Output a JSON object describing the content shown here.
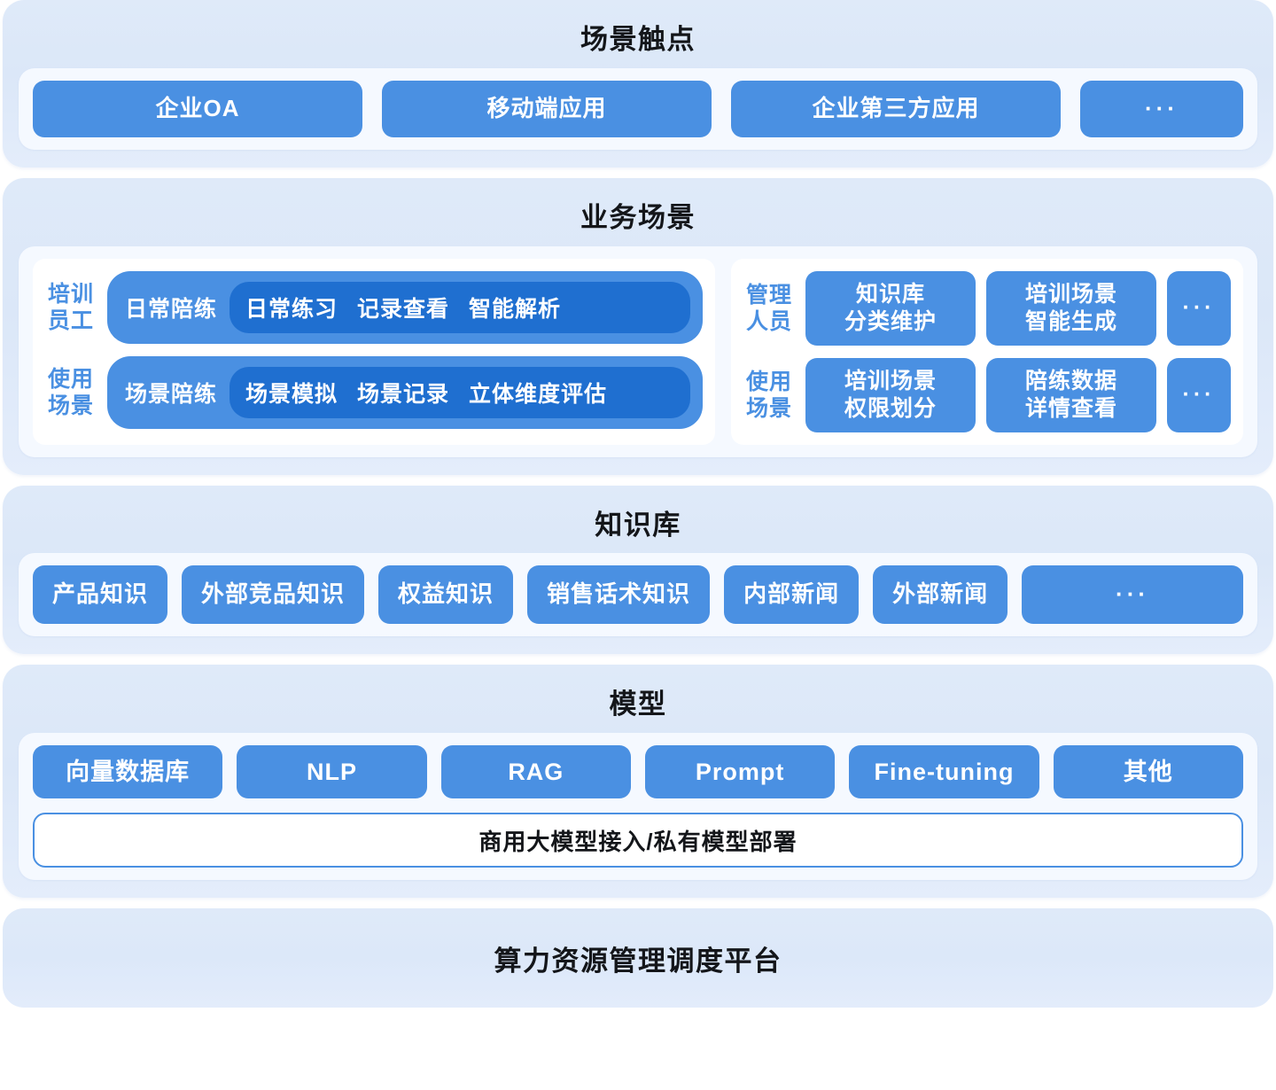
{
  "layers": [
    {
      "id": "touchpoints",
      "title": "场景触点",
      "items": [
        {
          "label": "企业OA"
        },
        {
          "label": "移动端应用"
        },
        {
          "label": "企业第三方应用"
        },
        {
          "label": "···"
        }
      ]
    },
    {
      "id": "business-scenarios",
      "title": "业务场景",
      "left_card": {
        "rows": [
          {
            "role": "培训\n员工",
            "lead": "日常陪练",
            "tags": [
              "日常练习",
              "记录查看",
              "智能解析"
            ]
          },
          {
            "role": "使用\n场景",
            "lead": "场景陪练",
            "tags": [
              "场景模拟",
              "场景记录",
              "立体维度评估"
            ]
          }
        ]
      },
      "right_card": {
        "rows": [
          {
            "role": "管理\n人员",
            "items": [
              "知识库\n分类维护",
              "培训场景\n智能生成",
              "···"
            ]
          },
          {
            "role": "使用\n场景",
            "items": [
              "培训场景\n权限划分",
              "陪练数据\n详情查看",
              "···"
            ]
          }
        ]
      }
    },
    {
      "id": "knowledge-base",
      "title": "知识库",
      "items": [
        {
          "label": "产品知识"
        },
        {
          "label": "外部竞品知识"
        },
        {
          "label": "权益知识"
        },
        {
          "label": "销售话术知识"
        },
        {
          "label": "内部新闻"
        },
        {
          "label": "外部新闻"
        },
        {
          "label": "···"
        }
      ]
    },
    {
      "id": "model",
      "title": "模型",
      "items": [
        {
          "label": "向量数据库"
        },
        {
          "label": "NLP"
        },
        {
          "label": "RAG"
        },
        {
          "label": "Prompt"
        },
        {
          "label": "Fine-tuning"
        },
        {
          "label": "其他"
        }
      ],
      "bar_label": "商用大模型接入/私有模型部署"
    },
    {
      "id": "compute-platform",
      "title": "算力资源管理调度平台"
    }
  ],
  "colors": {
    "panel_bg": "#dfeaf9",
    "plate": "#8b9de0",
    "chip_blue": "#4a90e2",
    "chip_blue_dark": "#1f6fd0",
    "well_bg": "#f5f9ff",
    "title_text": "#14161a",
    "label_blue": "#4a90e2"
  }
}
